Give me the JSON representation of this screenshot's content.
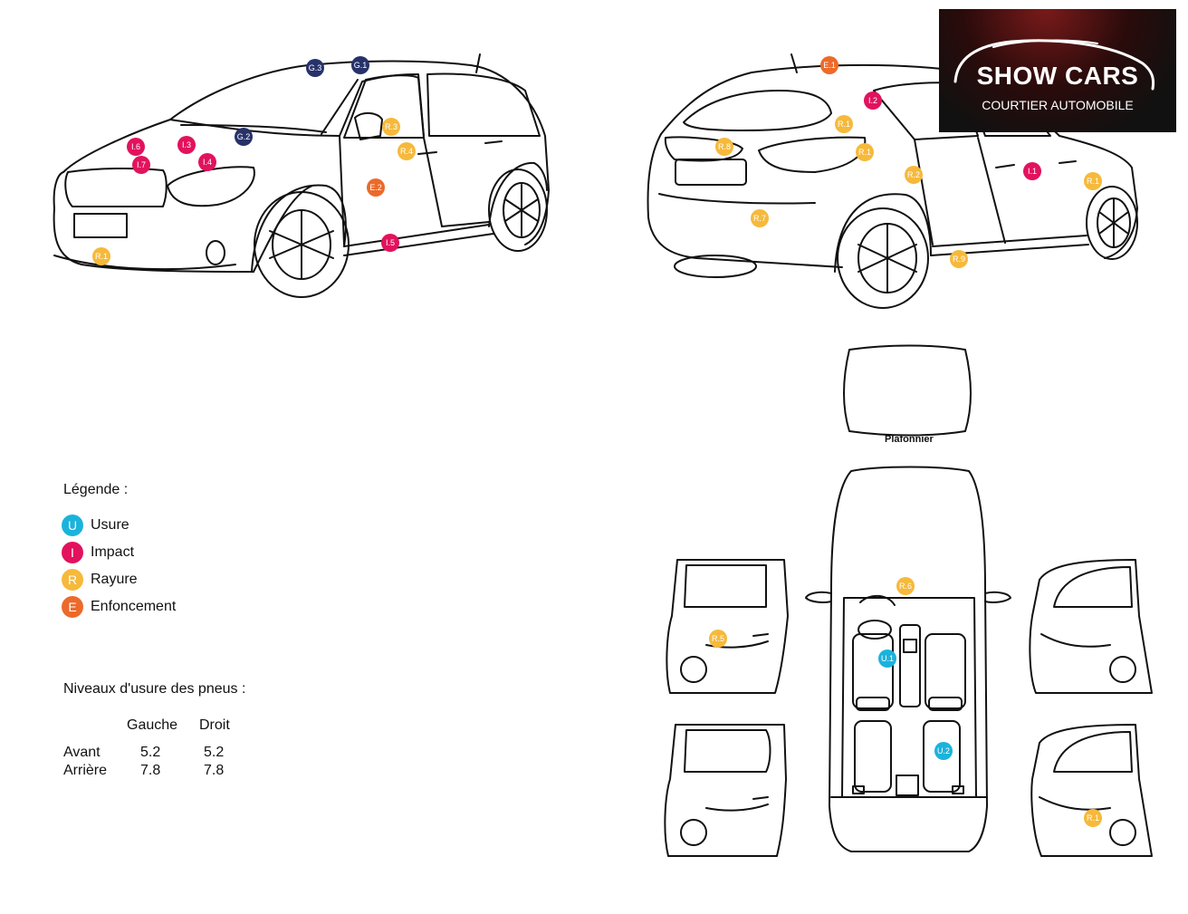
{
  "colors": {
    "usure": "#1ab3dc",
    "impact": "#e2125d",
    "rayure": "#f6b93b",
    "enfoncement": "#ec6a2a",
    "glass": "#27326b"
  },
  "logo": {
    "title": "SHOW CARS",
    "subtitle": "COURTIER AUTOMOBILE"
  },
  "legend": {
    "title": "Légende :",
    "items": [
      {
        "letter": "U",
        "label": "Usure",
        "color": "#1ab3dc"
      },
      {
        "letter": "I",
        "label": "Impact",
        "color": "#e2125d"
      },
      {
        "letter": "R",
        "label": "Rayure",
        "color": "#f6b93b"
      },
      {
        "letter": "E",
        "label": "Enfoncement",
        "color": "#ec6a2a"
      }
    ]
  },
  "tires": {
    "title": "Niveaux d'usure des pneus :",
    "col_left": "Gauche",
    "col_right": "Droit",
    "rows": [
      {
        "label": "Avant",
        "left": "5.2",
        "right": "5.2"
      },
      {
        "label": "Arrière",
        "left": "7.8",
        "right": "7.8"
      }
    ]
  },
  "plafonnier_label": "Plafonnier",
  "front_view_markers": [
    "G.3",
    "G.1",
    "G.2",
    "I.6",
    "I.3",
    "I.7",
    "I.4",
    "R.3",
    "R.4",
    "E.2",
    "I.5",
    "R.1"
  ],
  "rear_view_markers": [
    "E.1",
    "I.2",
    "R.1",
    "R.8",
    "R.1",
    "R.2",
    "I.1",
    "R.1",
    "R.7",
    "R.9"
  ],
  "interior_markers": [
    "R.6",
    "R.5",
    "U.1",
    "U.2",
    "R.1"
  ]
}
